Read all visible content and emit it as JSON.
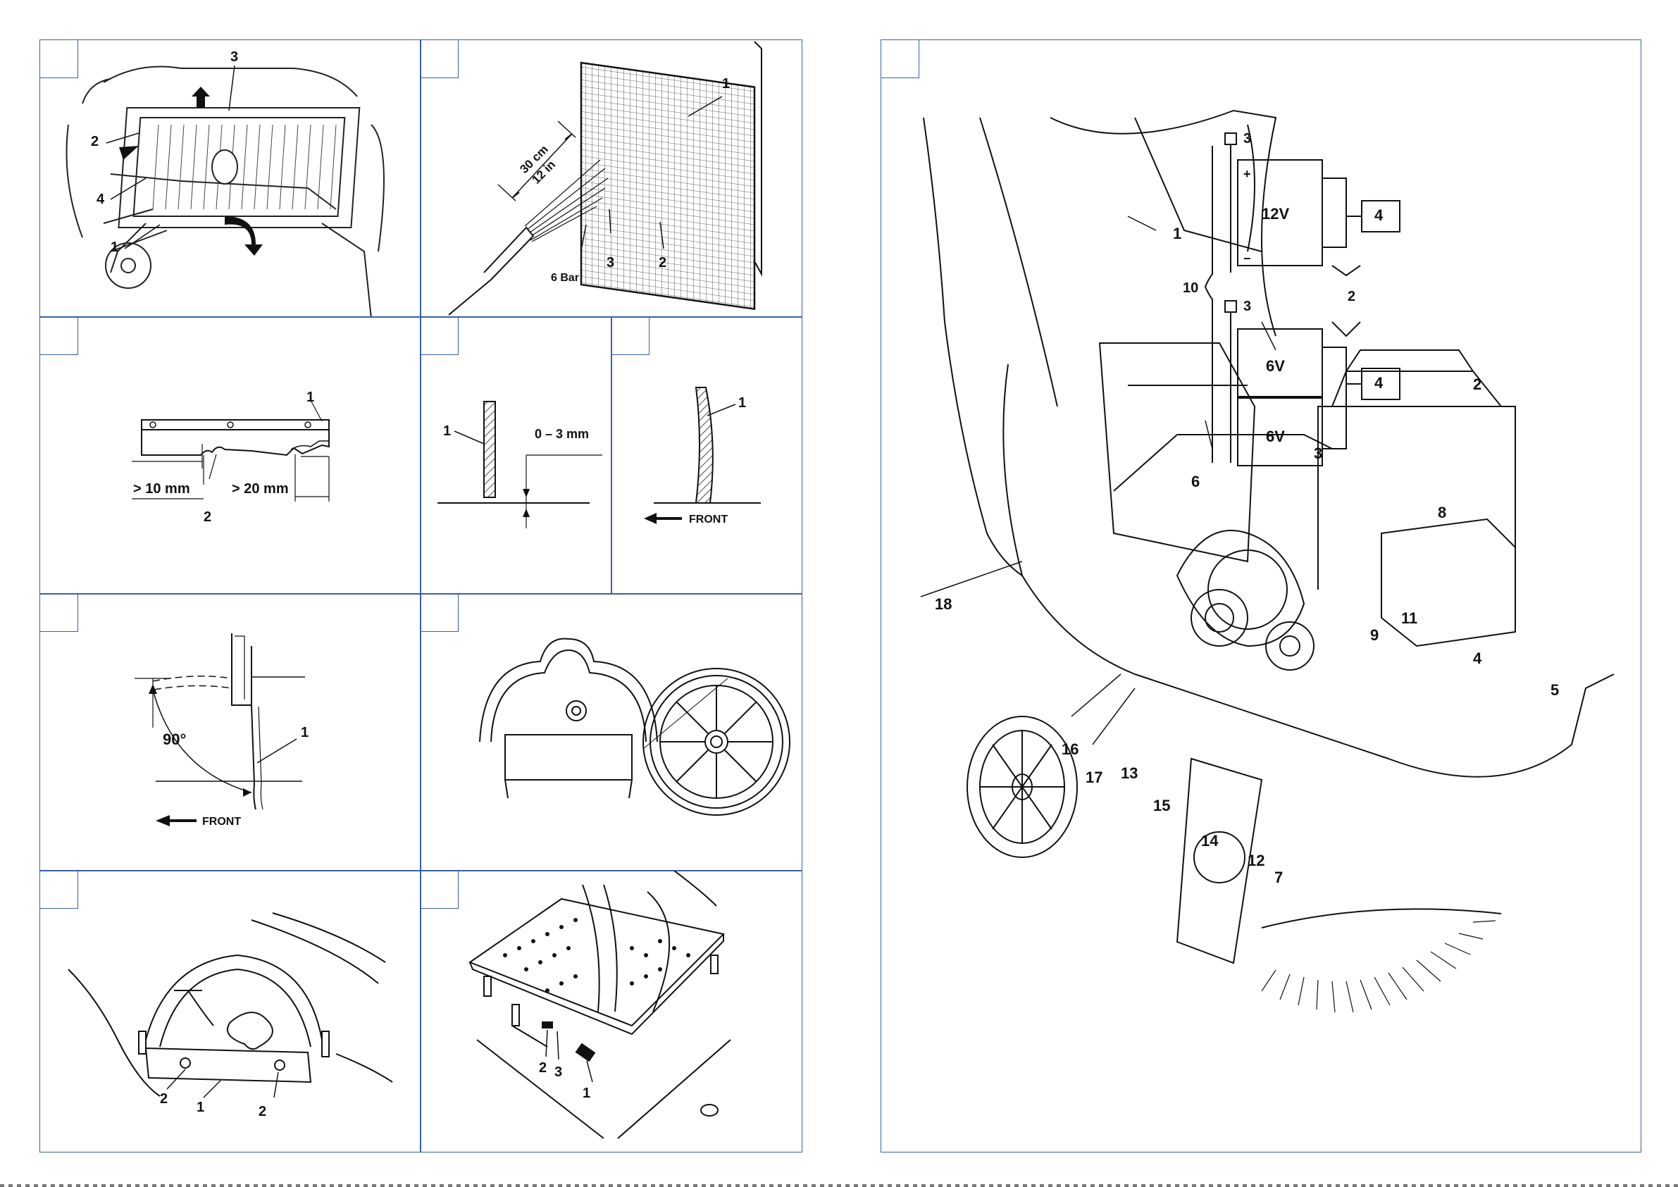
{
  "fig1": {
    "c1": "1",
    "c2": "2",
    "c3": "3",
    "c4": "4"
  },
  "fig2": {
    "c1": "1",
    "c2": "2",
    "c3": "3",
    "dist_cm": "30 cm",
    "dist_in": "12 in",
    "pressure": "6 Bar"
  },
  "fig3": {
    "c1": "1",
    "c2": "2",
    "dim_a": "> 10 mm",
    "dim_b": "> 20 mm"
  },
  "fig4": {
    "c1": "1",
    "gap": "0 – 3 mm"
  },
  "fig5": {
    "c1": "1",
    "front": "FRONT"
  },
  "fig6": {
    "c1": "1",
    "angle": "90°",
    "front": "FRONT"
  },
  "fig8": {
    "c1": "1",
    "c2a": "2",
    "c2b": "2"
  },
  "fig9": {
    "c1": "1",
    "c2": "2",
    "c3": "3"
  },
  "main": {
    "callouts": [
      "1",
      "2",
      "3",
      "4",
      "5",
      "6",
      "7",
      "8",
      "9",
      "10",
      "11",
      "12",
      "13",
      "14",
      "15",
      "16",
      "17",
      "18"
    ],
    "battery": {
      "c3a": "3",
      "c3b": "3",
      "c2": "2",
      "c4a": "4",
      "c4b": "4",
      "c10": "10",
      "v12": "12V",
      "v6a": "6V",
      "v6b": "6V",
      "plus": "+",
      "minus": "−"
    }
  }
}
